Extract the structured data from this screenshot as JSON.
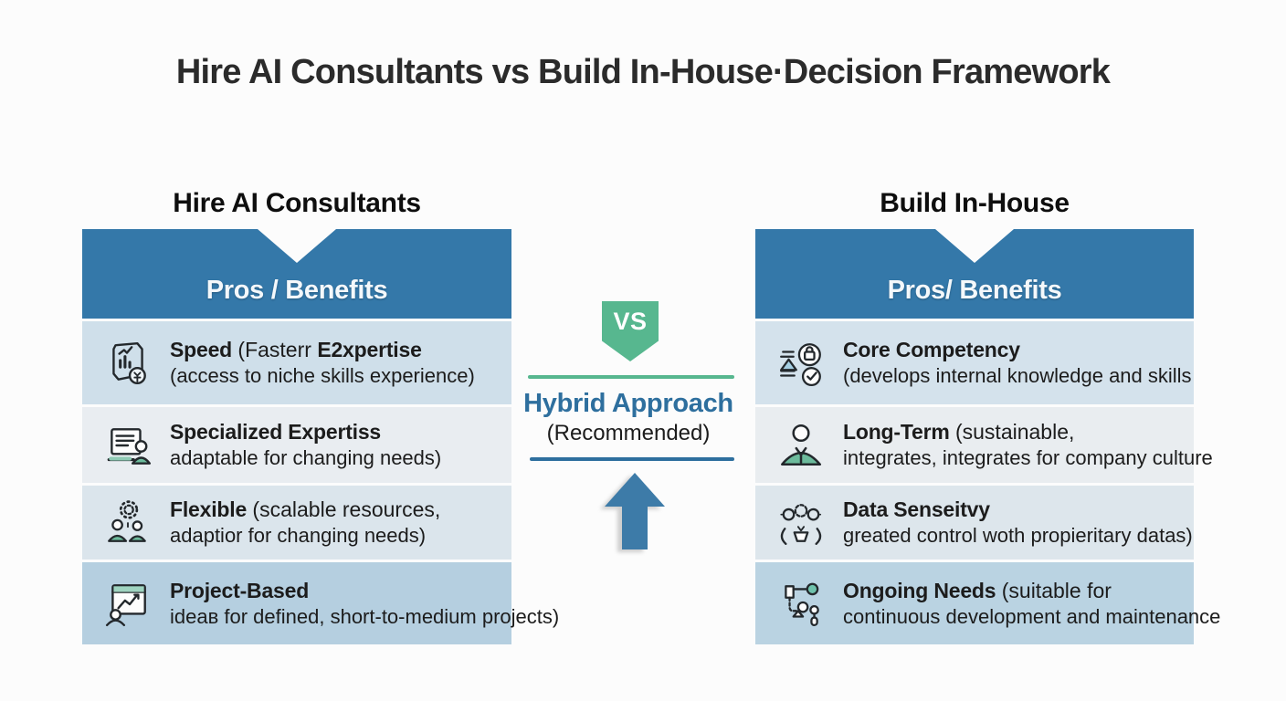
{
  "title": "Hire AI Consultants vs Build In-House·Decision Framework",
  "colors": {
    "header_blue": "#3478a9",
    "accent_teal": "#57b78f",
    "hybrid_blue": "#2e6f9e",
    "arrow_blue": "#3d7ba8",
    "row_colors_left": [
      "#cfdfea",
      "#e9edf1",
      "#dbe5ec",
      "#b5cfe0"
    ],
    "row_colors_right": [
      "#d4e2ec",
      "#e9edf0",
      "#dde6ec",
      "#bad3e2"
    ]
  },
  "left_column": {
    "heading": "Hire AI Consultants",
    "header": "Pros / Benefits",
    "rows": [
      {
        "icon": "invoice-chart-icon",
        "bold1": "Speed",
        "mid1": " (Fasterr ",
        "bold2": "E2xpertise",
        "line2": "(access to niche skills experience)"
      },
      {
        "icon": "training-laptop-icon",
        "bold1": "Specialized Expertiss",
        "mid1": "",
        "bold2": "",
        "line2": "adaptable for changing needs)"
      },
      {
        "icon": "team-gear-icon",
        "bold1": "Flexible",
        "mid1": " (scalable resources,",
        "bold2": "",
        "line2": "adaptior for changing needs)"
      },
      {
        "icon": "project-window-icon",
        "bold1": "Project-Based",
        "mid1": "",
        "bold2": "",
        "line2": "ideaв for defined, short-to-medium projects)"
      }
    ]
  },
  "center": {
    "vs_label": "VS",
    "hybrid_title": "Hybrid Approach",
    "hybrid_subtitle": "(Recommended)"
  },
  "right_column": {
    "heading": "Build In-House",
    "header": "Pros/ Benefits",
    "rows": [
      {
        "icon": "badge-check-icon",
        "bold1": "Core Competency",
        "mid1": "",
        "bold2": "",
        "line2": "(develops internal knowledge  and skills"
      },
      {
        "icon": "person-icon",
        "bold1": "Long-Term",
        "mid1": " (sustainable,",
        "bold2": "",
        "line2": "integrates, integrates for company culture"
      },
      {
        "icon": "people-gear-icon",
        "bold1": "Data Senseitvy",
        "mid1": "",
        "bold2": "",
        "line2": "greated control woth propieritary datas)"
      },
      {
        "icon": "workflow-icon",
        "bold1": "Ongoing Needs",
        "mid1": " (suitable for",
        "bold2": "",
        "line2": "continuous development and maintenance"
      }
    ]
  }
}
